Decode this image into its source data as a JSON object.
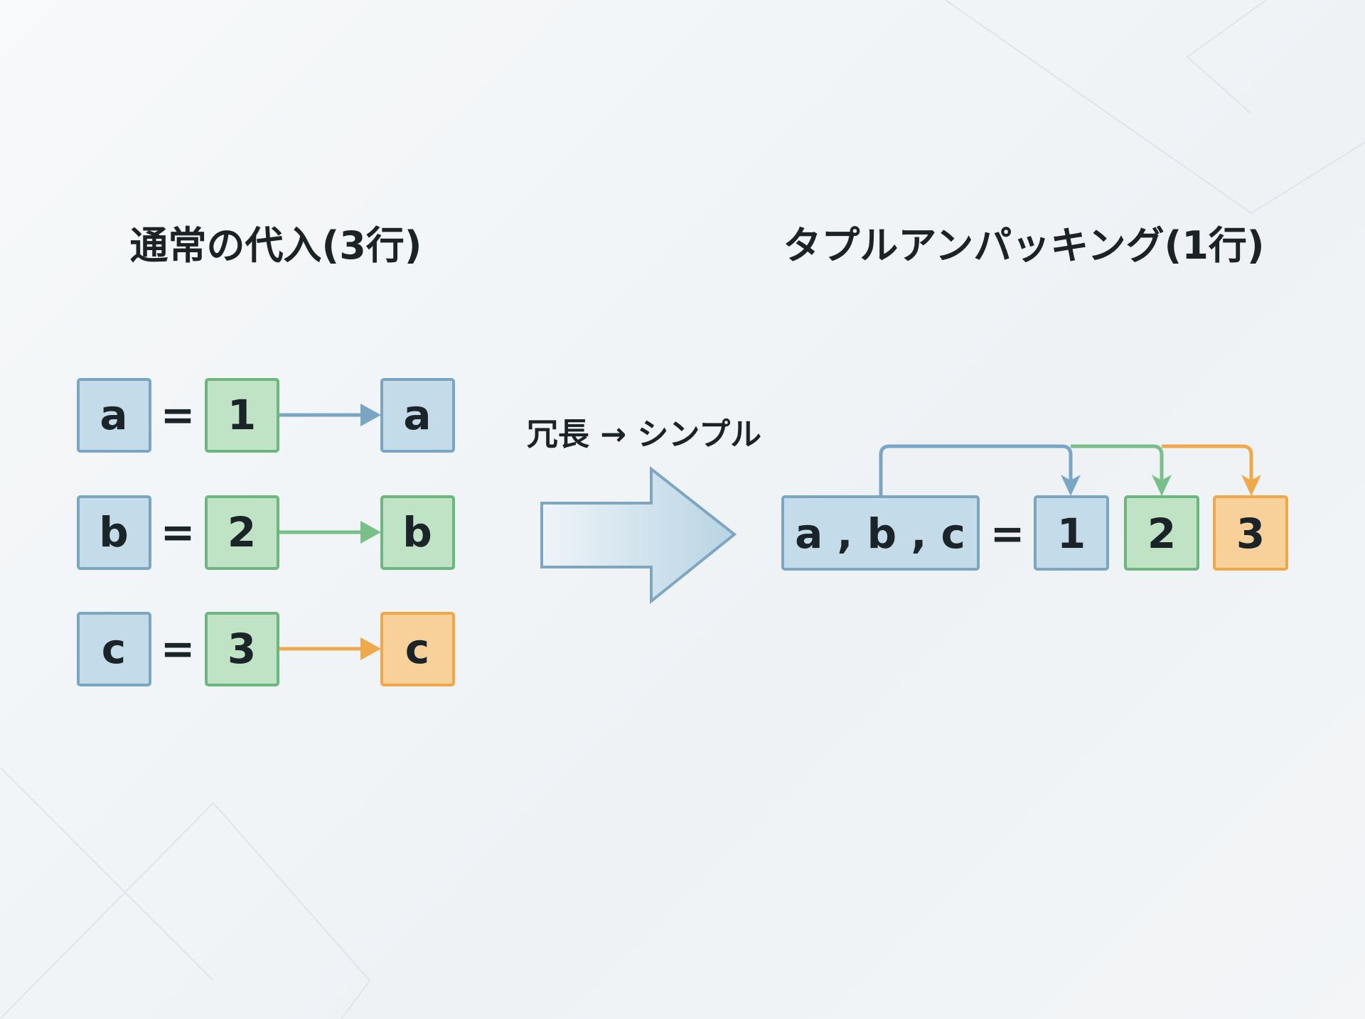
{
  "left": {
    "title": "通常の代入(3行)",
    "rows": [
      {
        "var": "a",
        "eq": "=",
        "value": "1",
        "target": "a",
        "color": "#7aaac8"
      },
      {
        "var": "b",
        "eq": "=",
        "value": "2",
        "target": "b",
        "color": "#78bf8a"
      },
      {
        "var": "c",
        "eq": "=",
        "value": "3",
        "target": "c",
        "color": "#f0a94a"
      }
    ]
  },
  "middle": {
    "caption": "冗長 → シンプル"
  },
  "right": {
    "title": "タプルアンパッキング(1行)",
    "vars": "a , b , c",
    "eq": "=",
    "values": [
      "1",
      "2",
      "3"
    ]
  },
  "colors": {
    "blue_fill": "#c4dcea",
    "blue_stroke": "#7aa6c4",
    "green_fill": "#bfe3c4",
    "green_stroke": "#6db67e",
    "orange_fill": "#f8d19a",
    "orange_stroke": "#eea84a"
  }
}
